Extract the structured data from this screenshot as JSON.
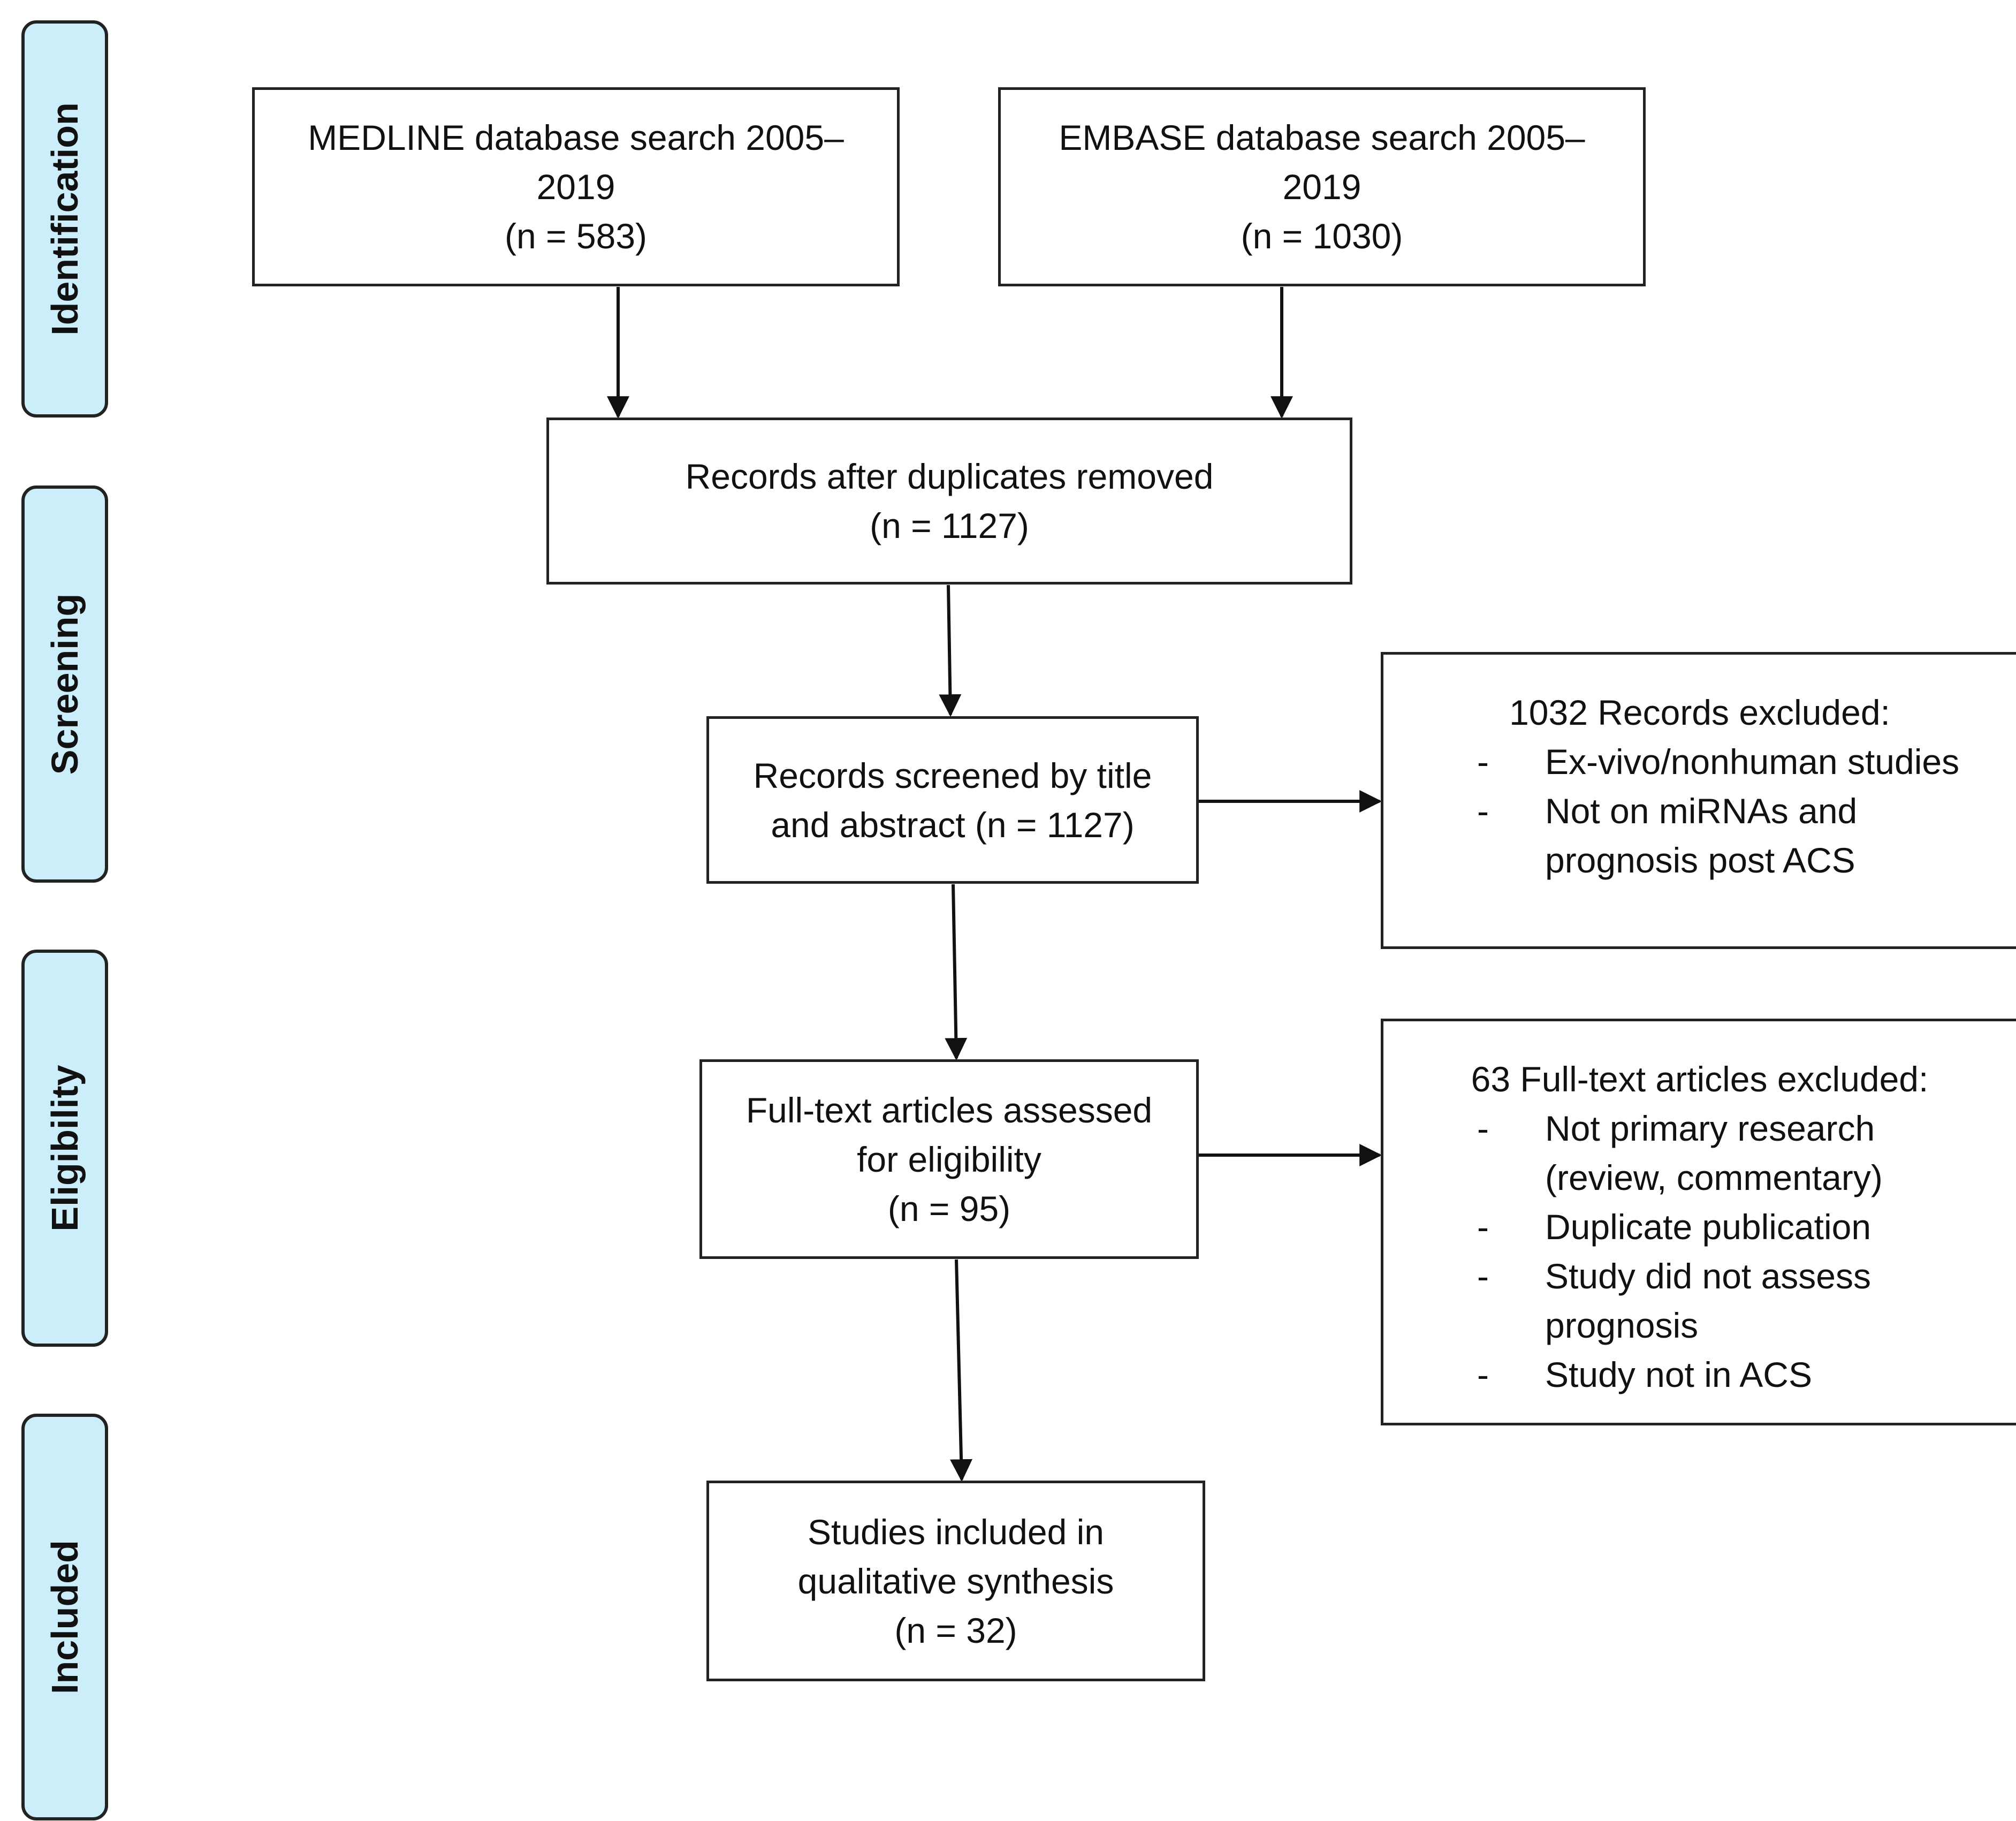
{
  "stages": [
    {
      "id": "identification",
      "label": "Identification"
    },
    {
      "id": "screening",
      "label": "Screening"
    },
    {
      "id": "eligibility",
      "label": "Eligibility"
    },
    {
      "id": "included",
      "label": "Included"
    }
  ],
  "boxes": {
    "medline": {
      "lines": [
        "MEDLINE database search 2005–",
        "2019",
        "(n = 583)"
      ]
    },
    "embase": {
      "lines": [
        "EMBASE database search 2005–",
        "2019",
        "(n = 1030)"
      ]
    },
    "duplicates": {
      "lines": [
        "Records after duplicates removed",
        "(n = 1127)"
      ]
    },
    "screened": {
      "lines": [
        "Records screened by title",
        "and abstract (n = 1127)"
      ]
    },
    "fulltext": {
      "lines": [
        "Full-text articles assessed",
        "for eligibility",
        "(n = 95)"
      ]
    },
    "included": {
      "lines": [
        "Studies included in",
        "qualitative synthesis",
        "(n = 32)"
      ]
    }
  },
  "exclusions": {
    "screening": {
      "heading": "1032 Records excluded:",
      "items": [
        {
          "dash": "-",
          "text": "Ex-vivo/nonhuman studies"
        },
        {
          "dash": "-",
          "text": "Not on miRNAs and prognosis post ACS"
        }
      ]
    },
    "fulltext": {
      "heading": "63 Full-text articles excluded:",
      "items": [
        {
          "dash": "-",
          "text": "Not primary research (review, commentary)"
        },
        {
          "dash": "-",
          "text": "Duplicate publication"
        },
        {
          "dash": "-",
          "text": "Study did not assess prognosis"
        },
        {
          "dash": "-",
          "text": "Study not in ACS"
        }
      ]
    }
  }
}
